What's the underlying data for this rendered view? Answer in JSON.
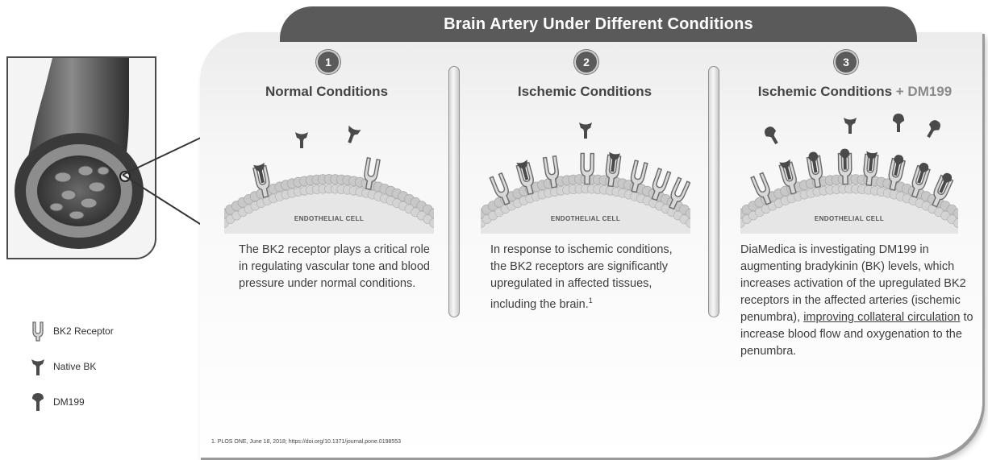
{
  "banner_title": "Brain Artery Under Different Conditions",
  "panels": [
    {
      "number": "1",
      "title": "Normal Conditions",
      "title_suffix": "",
      "cell_label": "ENDOTHELIAL CELL",
      "text": "The BK2 receptor plays a critical role in regulating vascular tone and blood pressure under normal conditions."
    },
    {
      "number": "2",
      "title": "Ischemic Conditions",
      "title_suffix": "",
      "cell_label": "ENDOTHELIAL CELL",
      "text": "In response to ischemic conditions, the BK2 receptors are significantly upregulated in affected tissues, including the brain.",
      "superscript": "1"
    },
    {
      "number": "3",
      "title": "Ischemic Conditions",
      "title_suffix": "+ DM199",
      "cell_label": "ENDOTHELIAL CELL",
      "text_before": "DiaMedica is investigating DM199 in augmenting bradykinin (BK) levels, which increases activation of the upregulated BK2 receptors in the affected arteries (ischemic penumbra), ",
      "text_underlined": "improving collateral circulation",
      "text_after": " to increase blood flow and oxygenation to the penumbra."
    }
  ],
  "legend": [
    {
      "icon": "bk2-receptor-icon",
      "label": "BK2 Receptor"
    },
    {
      "icon": "native-bk-icon",
      "label": "Native BK"
    },
    {
      "icon": "dm199-icon",
      "label": "DM199"
    }
  ],
  "footnote": "1. PLOS ONE, June 18, 2018; https://doi.org/10.1371/journal.pone.0198553",
  "colors": {
    "banner": "#5a5a5a",
    "receptor_fill": "#d9d9d9",
    "receptor_stroke": "#6a6a6a",
    "ligand": "#4a4a4a",
    "membrane": "#c8c8c8"
  }
}
